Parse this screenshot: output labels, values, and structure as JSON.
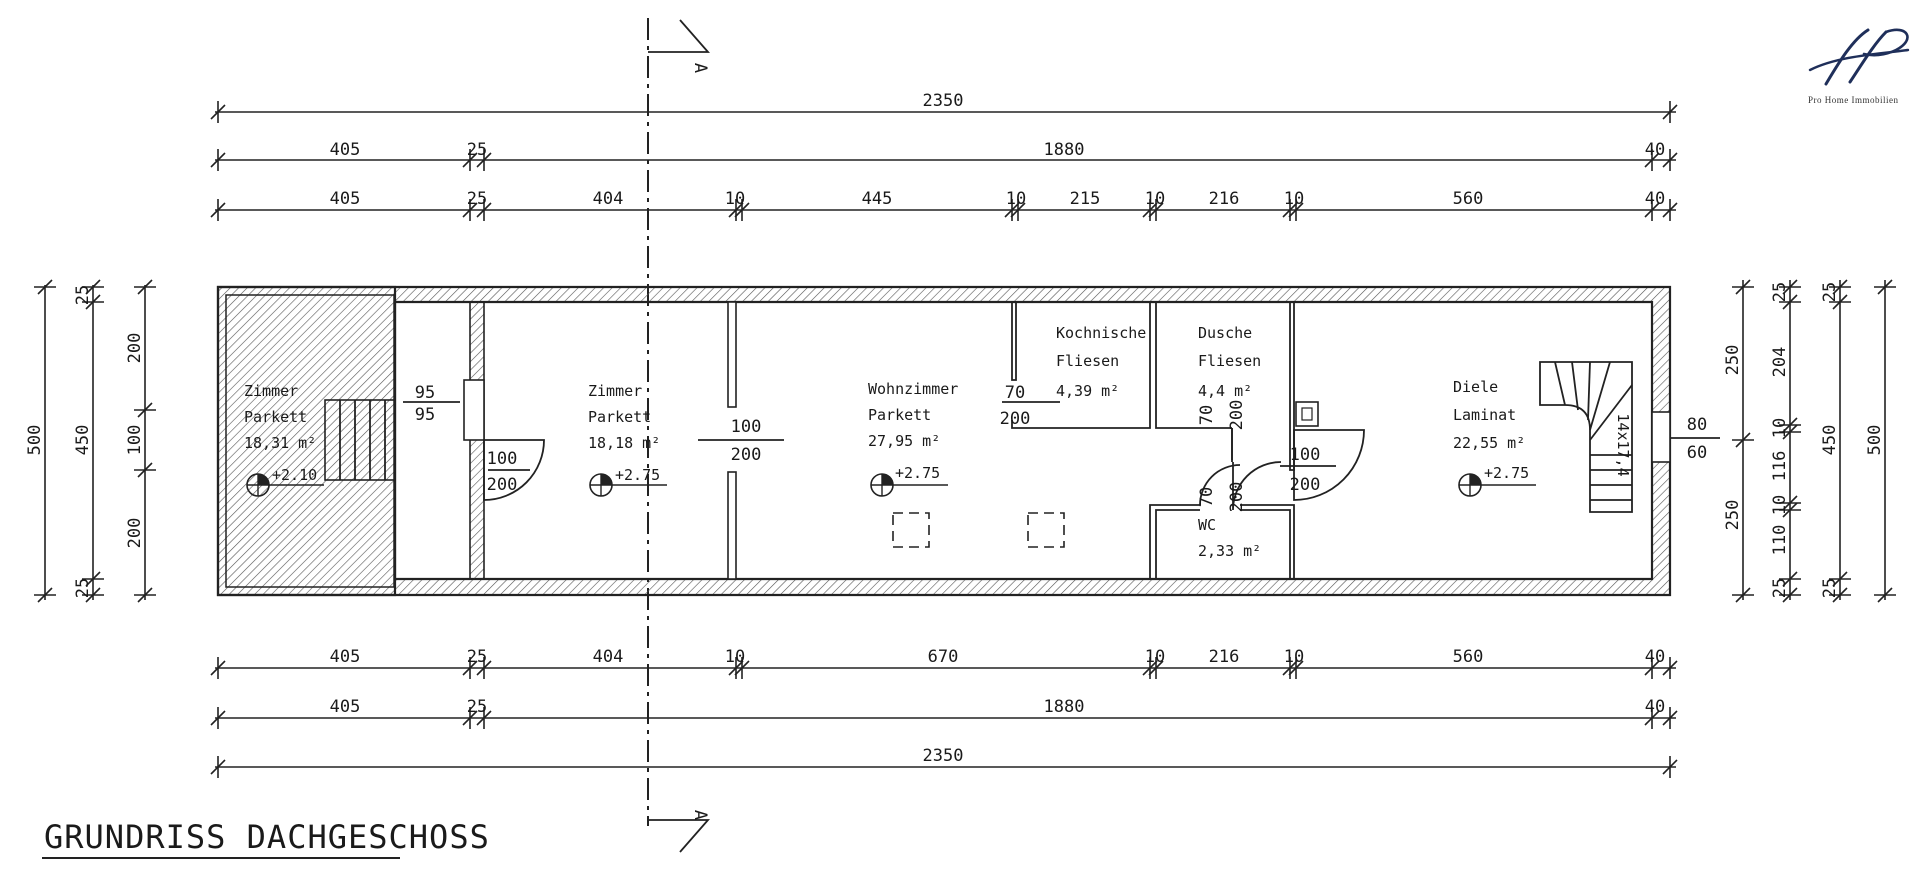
{
  "title": "GRUNDRISS DACHGESCHOSS",
  "logo": {
    "icon": "hp-monogram-icon",
    "text": "Pro Home Immobilien",
    "color": "#1f2f5a"
  },
  "section_marker": "A",
  "top_dims": {
    "overall": "2350",
    "row2": [
      "405",
      "25",
      "1880",
      "40"
    ],
    "row3": [
      "405",
      "25",
      "404",
      "10",
      "445",
      "10",
      "215",
      "10",
      "216",
      "10",
      "560",
      "40"
    ]
  },
  "bottom_dims": {
    "row1": [
      "405",
      "25",
      "404",
      "10",
      "670",
      "10",
      "216",
      "10",
      "560",
      "40"
    ],
    "row2": [
      "405",
      "25",
      "1880",
      "40"
    ],
    "overall": "2350"
  },
  "left_dims": {
    "outer": "500",
    "mid": "450",
    "top25": "25",
    "bottom25": "25",
    "inner": [
      "200",
      "100",
      "200"
    ]
  },
  "right_dims": {
    "inner": [
      "250",
      "250"
    ],
    "col2": [
      "25",
      "204",
      "10",
      "116",
      "10",
      "110",
      "25"
    ],
    "mid": "450",
    "top25": "25",
    "bottom25": "25",
    "outer": "500",
    "window": [
      "80",
      "60"
    ]
  },
  "rooms": [
    {
      "name": "Zimmer",
      "floor": "Parkett",
      "area": "18,31 m²",
      "level": "+2.10"
    },
    {
      "name": "Zimmer",
      "floor": "Parkett",
      "area": "18,18 m²",
      "level": "+2.75"
    },
    {
      "name": "Wohnzimmer",
      "floor": "Parkett",
      "area": "27,95 m²",
      "level": "+2.75"
    },
    {
      "name": "Kochnische",
      "floor": "Fliesen",
      "area": "4,39 m²"
    },
    {
      "name": "Dusche",
      "floor": "Fliesen",
      "area": "4,4 m²"
    },
    {
      "name": "WC",
      "area": "2,33 m²"
    },
    {
      "name": "Diele",
      "floor": "Laminat",
      "area": "22,55 m²",
      "level": "+2.75"
    }
  ],
  "openings": {
    "d1": [
      "95",
      "95"
    ],
    "d2": [
      "100",
      "200"
    ],
    "d3": [
      "100",
      "200"
    ],
    "d4": [
      "70",
      "200"
    ],
    "d5": [
      "70",
      "200"
    ],
    "d6": [
      "70",
      "200"
    ],
    "d7": [
      "100",
      "200"
    ]
  },
  "stair_label": "14x17,4"
}
